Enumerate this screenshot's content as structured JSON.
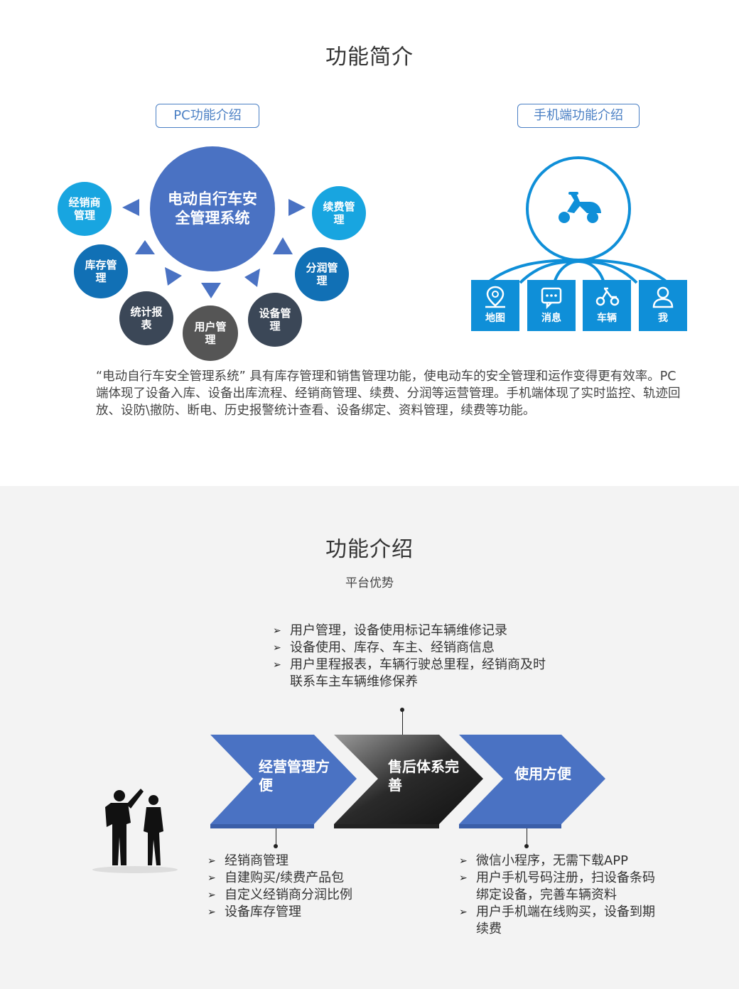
{
  "section1": {
    "title": "功能简介",
    "pc_tag": "PC功能介绍",
    "mobile_tag": "手机端功能介绍",
    "center": "电动自行车安全管理系统",
    "modules": [
      {
        "label": "经销商管理",
        "color": "#18a5e0"
      },
      {
        "label": "续费管理",
        "color": "#18a5e0"
      },
      {
        "label": "库存管理",
        "color": "#1170b5"
      },
      {
        "label": "分润管理",
        "color": "#1170b5"
      },
      {
        "label": "统计报表",
        "color": "#3b4757"
      },
      {
        "label": "用户管理",
        "color": "#555555"
      },
      {
        "label": "设备管理",
        "color": "#3b4757"
      }
    ],
    "center_color": "#4a72c3",
    "mobile_tiles": [
      {
        "label": "地图",
        "icon": "map-pin-icon"
      },
      {
        "label": "消息",
        "icon": "message-icon"
      },
      {
        "label": "车辆",
        "icon": "scooter-icon"
      },
      {
        "label": "我",
        "icon": "user-icon"
      }
    ],
    "tile_color": "#0f8fd8",
    "description": "“电动自行车安全管理系统” 具有库存管理和销售管理功能，使电动车的安全管理和运作变得更有效率。PC端体现了设备入库、设备出库流程、经销商管理、续费、分润等运营管理。手机端体现了实时监控、轨迹回放、设防\\撤防、断电、历史报警统计查看、设备绑定、资料管理，续费等功能。"
  },
  "section2": {
    "title": "功能介绍",
    "subtitle": "平台优势",
    "top_bullets": [
      "用户管理，设备使用标记车辆维修记录",
      "设备使用、库存、车主、经销商信息",
      "用户里程报表，车辆行驶总里程，经销商及时联系车主车辆维修保养"
    ],
    "arrows": [
      {
        "label": "经营管理方便",
        "color": "#4a72c3"
      },
      {
        "label": "售后体系完善",
        "color": "#444444"
      },
      {
        "label": "使用方便",
        "color": "#4a72c3"
      }
    ],
    "left_bullets": [
      "经销商管理",
      "自建购买/续费产品包",
      "自定义经销商分润比例",
      "设备库存管理"
    ],
    "right_bullets": [
      "微信小程序，无需下载APP",
      "用户手机号码注册，扫设备条码绑定设备，完善车辆资料",
      "用户手机端在线购买，设备到期续费"
    ]
  }
}
